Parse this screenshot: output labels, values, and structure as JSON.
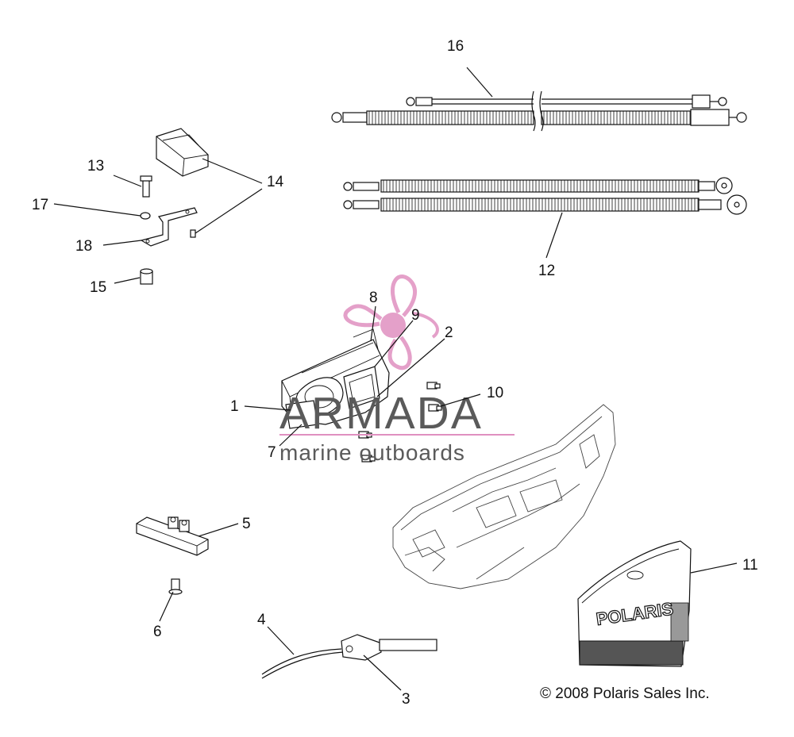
{
  "callouts": {
    "c1": "1",
    "c2": "2",
    "c3": "3",
    "c4": "4",
    "c5": "5",
    "c6": "6",
    "c7": "7",
    "c8": "8",
    "c9": "9",
    "c10": "10",
    "c11": "11",
    "c12": "12",
    "c13": "13",
    "c14": "14",
    "c15": "15",
    "c16": "16",
    "c17": "17",
    "c18": "18"
  },
  "watermark": {
    "brand": "ARMADA",
    "tagline": "marine outboards",
    "color": "#e090c0"
  },
  "nameplate_logo": "POLARIS",
  "copyright": "© 2008 Polaris Sales Inc."
}
